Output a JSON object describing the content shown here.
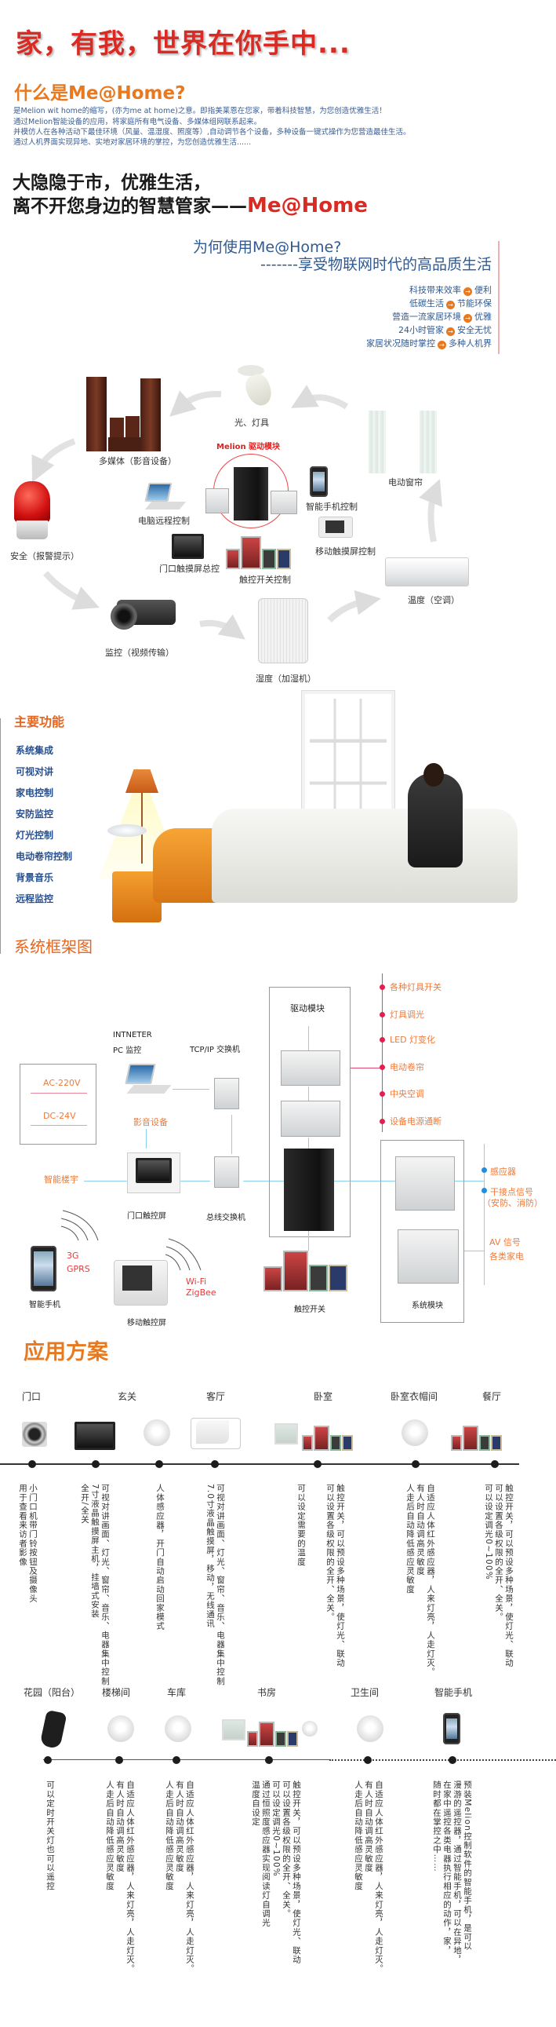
{
  "hero": {
    "title": "家，有我，世界在你手中..."
  },
  "intro": {
    "heading": "什么是Me@Home?",
    "lines": [
      "是Melion wit  home的缩写，(亦为me at home)之意。即指美莱恩在您家，带着科技智慧，为您创造优雅生活！",
      "通过Melion智能设备的应用，将家庭所有电气设备、多媒体组网联系起来。",
      "并模仿人在各种活动下最佳环境（风量、温湿度、照度等）,自动调节各个设备，多种设备一键式操作为您营造最佳生活。",
      "通过人机界面实现异地、实地对家居环境的掌控，为您创造优雅生活......"
    ]
  },
  "slogan": {
    "line1": "大隐隐于市，优雅生活，",
    "line2": "离不开您身边的智慧管家——",
    "brand": "Me@Home"
  },
  "why": {
    "title": "为何使用Me@Home?",
    "subtitle": "-------享受物联网时代的高品质生活",
    "arrow_icon": "→",
    "benefits": [
      {
        "left": "科技带来效率",
        "right": "便利"
      },
      {
        "left": "低碳生活",
        "right": "节能环保"
      },
      {
        "left": "营造一流家居环境",
        "right": "优雅"
      },
      {
        "left": "24小时管家",
        "right": "安全无忧"
      },
      {
        "left": "家居状况随时掌控",
        "right": "多种人机界"
      }
    ]
  },
  "ecosystem": {
    "module_label": "Melion 驱动模块",
    "light": "光、灯具",
    "multimedia": "多媒体（影音设备）",
    "curtain": "电动窗帘",
    "smartphone": "智能手机控制",
    "pc": "电脑远程控制",
    "security": "安全（报警提示）",
    "mobile_touch": "移动触摸屏控制",
    "door_touch": "门口触摸屏总控",
    "touch_switch": "触控开关控制",
    "temperature": "温度（空调）",
    "monitor": "监控（视频传输）",
    "humidity": "湿度（加湿机）"
  },
  "features": {
    "title": "主要功能",
    "items": [
      "系统集成",
      "可视对讲",
      "家电控制",
      "安防监控",
      "灯光控制",
      "电动卷帘控制",
      "背景音乐",
      "远程监控"
    ]
  },
  "framework": {
    "title": "系统框架图",
    "ac": "AC-220V",
    "dc": "DC-24V",
    "internet": "INTNETER",
    "pc": "PC  监控",
    "tcpip": "TCP/IP    交换机",
    "av_device": "影音设备",
    "building": "智能楼宇",
    "door_screen": "门口触控屏",
    "bus_switch": "总线交换机",
    "drive_module": "驱动模块",
    "system_module": "系统模块",
    "touch_switch": "触控开关",
    "smartphone": "智能手机",
    "mobile_screen": "移动触控屏",
    "g3": "3G",
    "gprs": "GPRS",
    "wifi": "Wi-Fi",
    "zigbee": "ZigBee",
    "outputs": [
      "各种灯具开关",
      "灯具调光",
      "LED 灯变化",
      "电动卷帘",
      "中央空调",
      "设备电源通断"
    ],
    "inputs": [
      "感应器",
      "干接点信号",
      "（安防、消防）",
      "AV 信号",
      "各类家电"
    ]
  },
  "solutions": {
    "title": "应用方案",
    "row1": [
      {
        "room": "门口",
        "notes": [
          [
            "小门口机带门铃按钮及摄像头",
            "用于查看来访者影像"
          ]
        ]
      },
      {
        "room": "玄关",
        "notes": [
          [
            "可视对讲画面、灯光、窗帘、音乐、电器集中控制",
            "7寸液晶触摸屏主机，挂墙式安装",
            "全开/全关"
          ],
          [
            "人体感应器，开门自动启动回家模式"
          ]
        ]
      },
      {
        "room": "客厅",
        "notes": [
          [
            "可视对讲画面、灯光、窗帘、音乐、电器集中控制",
            "7.0寸液晶触摸屏，移动，无线通讯"
          ]
        ]
      },
      {
        "room": "卧室",
        "notes": [
          [
            "可以设定需要的温度"
          ],
          [
            "触控开关，可以预设多种场景，使灯光、联动",
            "可以设置各级权限的全开、全关。"
          ]
        ]
      },
      {
        "room": "卧室衣帽间",
        "notes": [
          [
            "自适应人体红外感应器，人来灯亮，人走灯灭。",
            "有人时自动调高灵敏度",
            "人走后自动降低感应灵敏度"
          ]
        ]
      },
      {
        "room": "餐厅",
        "notes": [
          [
            "触控开关，可以预设多种场景，使灯光、联动",
            "可以设置各级权限的全开、全关。",
            "可以设定调光0~100%"
          ]
        ]
      }
    ],
    "row2": [
      {
        "room": "花园（阳台）",
        "notes": [
          [
            "可以定时开关灯也可以遥控"
          ]
        ]
      },
      {
        "room": "楼梯间",
        "notes": [
          [
            "自适应人体红外感应器，人来灯亮，人走灯灭。",
            "有人时自动调高灵敏度",
            "人走后自动降低感应灵敏度"
          ]
        ]
      },
      {
        "room": "车库",
        "notes": [
          [
            "自适应人体红外感应器，人来灯亮，人走灯灭。",
            "有人时自动调高灵敏度",
            "人走后自动降低感应灵敏度"
          ]
        ]
      },
      {
        "room": "书房",
        "notes": [
          [
            "触控开关，可以预设多种场景，使灯光、联动",
            "可以设置各级权限的全开、全关。",
            "可以设定调光0~100%",
            "通过恒照度感应器实现阅读灯自调光",
            "温度自设定"
          ]
        ]
      },
      {
        "room": "卫生间",
        "notes": [
          [
            "自适应人体红外感应器，人来灯亮，人走灯灭。",
            "有人时自动调高灵敏度",
            "人走后自动降低感应灵敏度"
          ]
        ]
      },
      {
        "room": "智能手机",
        "notes": [
          [
            "预装Melion控制软件的智能手机，是可以",
            "漫游的遥控器，通过智能手机，可以在异地，",
            "在家中遥控各类电器执行相应的动作，家，",
            "随时都在掌控之中……"
          ]
        ]
      }
    ]
  }
}
